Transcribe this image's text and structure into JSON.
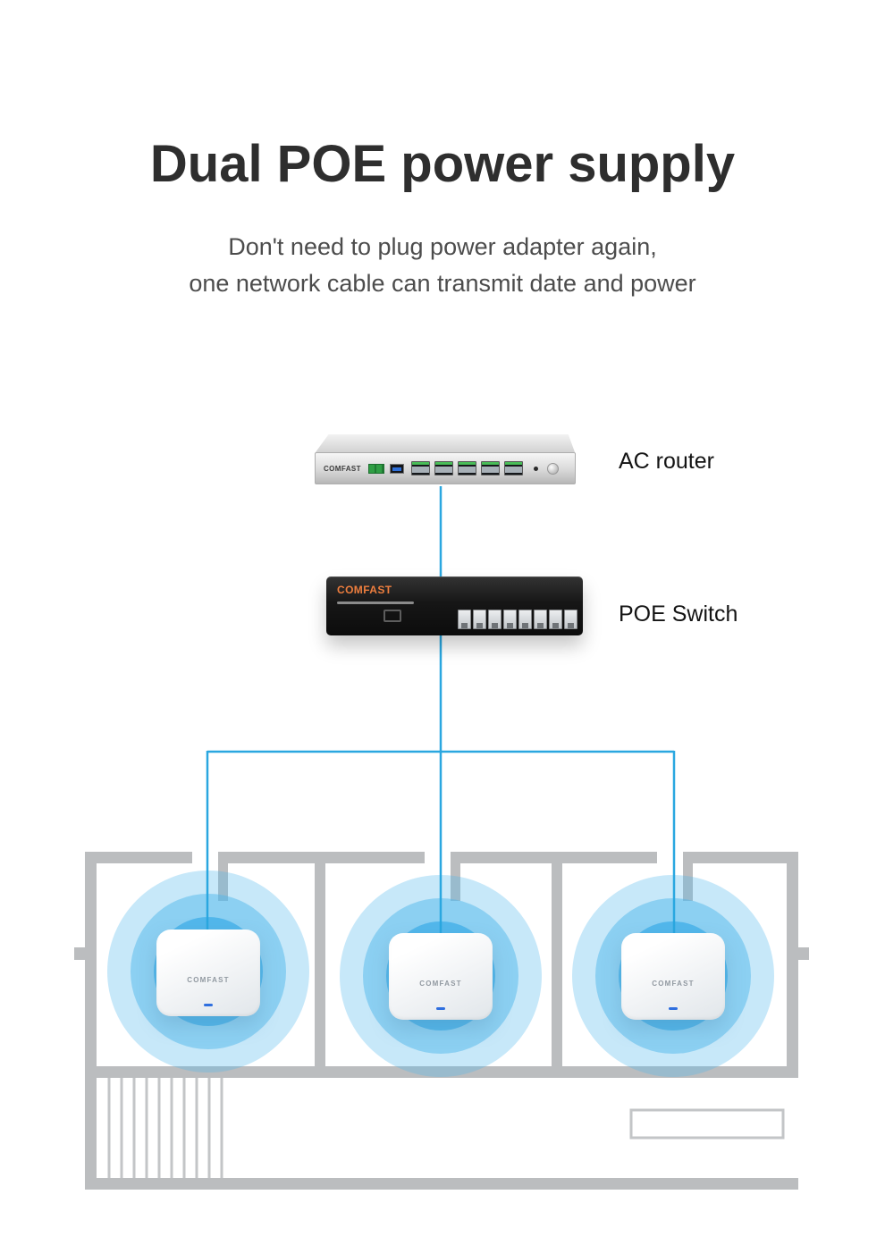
{
  "page": {
    "title": "Dual POE power supply",
    "subtitle": [
      "Don't need to plug power adapter again,",
      "one network cable can transmit date and power"
    ]
  },
  "labels": {
    "router": "AC router",
    "switch": "POE Switch"
  },
  "devices": {
    "router_brand": "COMFAST",
    "switch_brand": "COMFAST",
    "ap_brand": "COMFAST"
  },
  "colors": {
    "cable_blue": "#2aa7e0",
    "wifi_blue": "#52b7ec",
    "switch_brand_orange": "#ee7e3e",
    "ap_led_blue": "#2f6fdf",
    "wall_gray": "#bbbdbf",
    "title_gray": "#2e2e2e"
  }
}
